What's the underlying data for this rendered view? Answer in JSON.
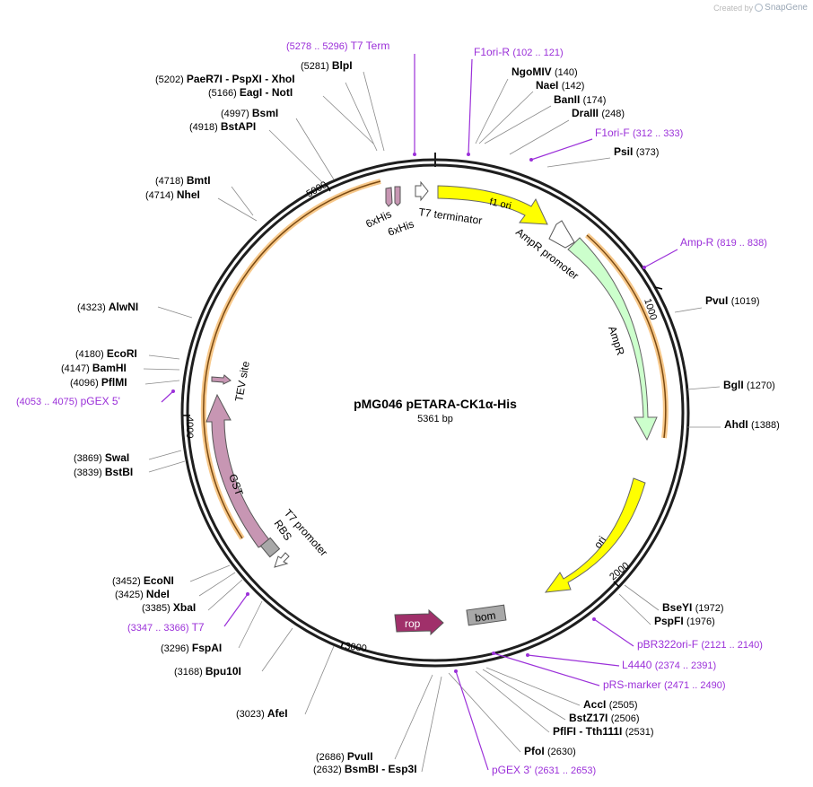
{
  "credit": {
    "prefix": "Created by",
    "brand": "SnapGene"
  },
  "plasmid": {
    "name": "pMG046 pETARA-CK1α-His",
    "size_label": "5361 bp",
    "length": 5361
  },
  "ticks": [
    "1000",
    "2000",
    "3000",
    "4000",
    "5000"
  ],
  "sites": [
    {
      "pos": "(5278 .. 5296)",
      "name": "T7 Term",
      "kind": "primer"
    },
    {
      "pos": "",
      "name": "F1ori-R",
      "kind": "primer",
      "pos2": "(102 .. 121)"
    },
    {
      "pos": "(5281)",
      "name": "BlpI",
      "kind": "enzyme"
    },
    {
      "pos": "(5202)",
      "name": "PaeR7I - PspXI - XhoI",
      "kind": "enzyme"
    },
    {
      "pos": "(5166)",
      "name": "EagI - NotI",
      "kind": "enzyme"
    },
    {
      "pos": "(4997)",
      "name": "BsmI",
      "kind": "enzyme"
    },
    {
      "pos": "(4918)",
      "name": "BstAPI",
      "kind": "enzyme"
    },
    {
      "pos": "(4718)",
      "name": "BmtI",
      "kind": "enzyme"
    },
    {
      "pos": "(4714)",
      "name": "NheI",
      "kind": "enzyme"
    },
    {
      "pos": "(4323)",
      "name": "AlwNI",
      "kind": "enzyme"
    },
    {
      "pos": "(4180)",
      "name": "EcoRI",
      "kind": "enzyme"
    },
    {
      "pos": "(4147)",
      "name": "BamHI",
      "kind": "enzyme"
    },
    {
      "pos": "(4096)",
      "name": "PflMI",
      "kind": "enzyme"
    },
    {
      "pos": "(4053 .. 4075)",
      "name": "pGEX 5'",
      "kind": "primer"
    },
    {
      "pos": "(3869)",
      "name": "SwaI",
      "kind": "enzyme"
    },
    {
      "pos": "(3839)",
      "name": "BstBI",
      "kind": "enzyme"
    },
    {
      "pos": "(3452)",
      "name": "EcoNI",
      "kind": "enzyme"
    },
    {
      "pos": "(3425)",
      "name": "NdeI",
      "kind": "enzyme"
    },
    {
      "pos": "(3385)",
      "name": "XbaI",
      "kind": "enzyme"
    },
    {
      "pos": "(3347 .. 3366)",
      "name": "T7",
      "kind": "primer"
    },
    {
      "pos": "(3296)",
      "name": "FspAI",
      "kind": "enzyme"
    },
    {
      "pos": "(3168)",
      "name": "Bpu10I",
      "kind": "enzyme"
    },
    {
      "pos": "(3023)",
      "name": "AfeI",
      "kind": "enzyme"
    },
    {
      "pos": "(2686)",
      "name": "PvuII",
      "kind": "enzyme"
    },
    {
      "pos": "(2632)",
      "name": "BsmBI - Esp3I",
      "kind": "enzyme"
    },
    {
      "name": "NgoMIV",
      "pos": "(140)",
      "kind": "enzyme"
    },
    {
      "name": "NaeI",
      "pos": "(142)",
      "kind": "enzyme"
    },
    {
      "name": "BanII",
      "pos": "(174)",
      "kind": "enzyme"
    },
    {
      "name": "DraIII",
      "pos": "(248)",
      "kind": "enzyme"
    },
    {
      "name": "F1ori-F",
      "pos": "(312 .. 333)",
      "kind": "primer"
    },
    {
      "name": "PsiI",
      "pos": "(373)",
      "kind": "enzyme"
    },
    {
      "name": "Amp-R",
      "pos": "(819 .. 838)",
      "kind": "primer"
    },
    {
      "name": "PvuI",
      "pos": "(1019)",
      "kind": "enzyme"
    },
    {
      "name": "BglI",
      "pos": "(1270)",
      "kind": "enzyme"
    },
    {
      "name": "AhdI",
      "pos": "(1388)",
      "kind": "enzyme"
    },
    {
      "name": "BseYI",
      "pos": "(1972)",
      "kind": "enzyme"
    },
    {
      "name": "PspFI",
      "pos": "(1976)",
      "kind": "enzyme"
    },
    {
      "name": "pBR322ori-F",
      "pos": "(2121 .. 2140)",
      "kind": "primer"
    },
    {
      "name": "L4440",
      "pos": "(2374 .. 2391)",
      "kind": "primer"
    },
    {
      "name": "pRS-marker",
      "pos": "(2471 .. 2490)",
      "kind": "primer"
    },
    {
      "name": "AccI",
      "pos": "(2505)",
      "kind": "enzyme"
    },
    {
      "name": "BstZ17I",
      "pos": "(2506)",
      "kind": "enzyme"
    },
    {
      "name": "PflFI - Tth111I",
      "pos": "(2531)",
      "kind": "enzyme"
    },
    {
      "name": "PfoI",
      "pos": "(2630)",
      "kind": "enzyme"
    },
    {
      "name": "pGEX 3'",
      "pos": "(2631 .. 2653)",
      "kind": "primer"
    }
  ],
  "features": {
    "f1_ori": "f1 ori",
    "t7_terminator": "T7 terminator",
    "his1": "6xHis",
    "his2": "6xHis",
    "ampr_promoter": "AmpR promoter",
    "ampr": "AmpR",
    "ori": "ori",
    "bom": "bom",
    "rop": "rop",
    "gst": "GST",
    "tev": "TEV site",
    "rbs": "RBS",
    "t7_promoter": "T7 promoter"
  },
  "colors": {
    "enzyme_text": "#000000",
    "primer": "#9b30d9",
    "f1_ori": "#ffff00",
    "ori": "#ffff00",
    "ampr": "#ccffcc",
    "gst": "#c796b3",
    "rop": "#a0306a",
    "bom": "#a8a8a8",
    "orf": "#f39a1a"
  }
}
